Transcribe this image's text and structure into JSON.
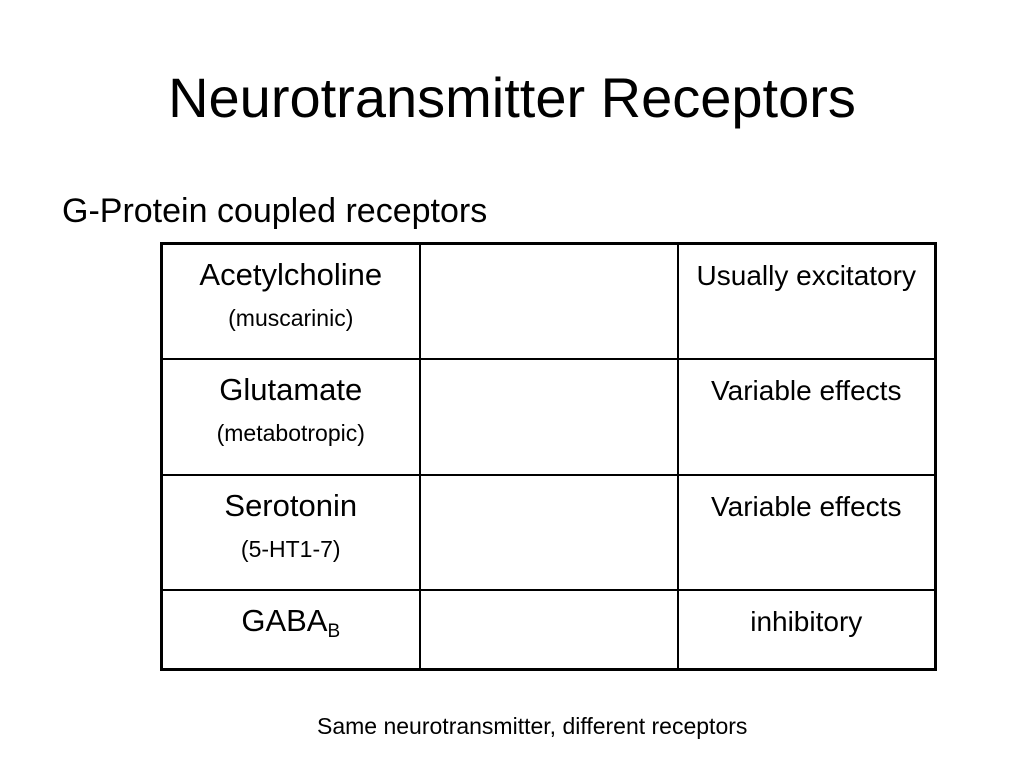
{
  "slide": {
    "title": "Neurotransmitter Receptors",
    "subtitle": "G-Protein coupled receptors",
    "footnote": "Same neurotransmitter, different receptors"
  },
  "table": {
    "rows": [
      {
        "name": "Acetylcholine",
        "subtype": "(muscarinic)",
        "middle": "",
        "effect": "Usually excitatory"
      },
      {
        "name": "Glutamate",
        "subtype": "(metabotropic)",
        "middle": "",
        "effect": "Variable effects"
      },
      {
        "name": "Serotonin",
        "subtype": "(5-HT1-7)",
        "middle": "",
        "effect": "Variable effects"
      },
      {
        "name": "GABA",
        "name_subscript": "B",
        "middle": "",
        "effect": "inhibitory"
      }
    ]
  }
}
